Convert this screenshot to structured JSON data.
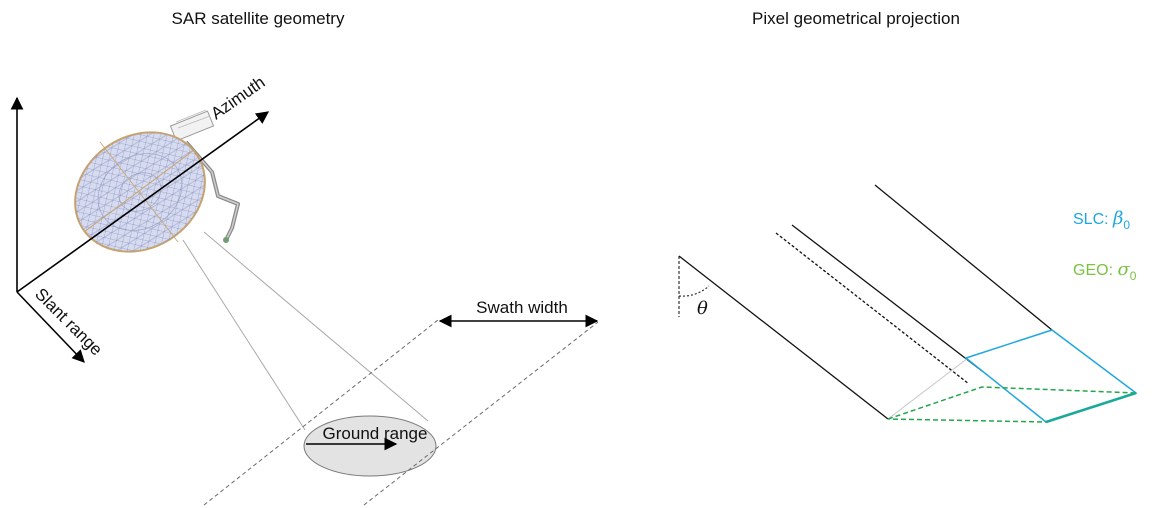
{
  "left_panel": {
    "title": "SAR satellite geometry",
    "azimuth_label": "Azimuth",
    "slant_range_label": "Slant range",
    "swath_width_label": "Swath width",
    "ground_range_label": "Ground range"
  },
  "right_panel": {
    "title": "Pixel geometrical projection",
    "theta_symbol": "θ",
    "slc_label": "SLC: ",
    "slc_symbol": "β",
    "slc_subscript": "0",
    "geo_label": "GEO: ",
    "geo_symbol": "σ",
    "geo_subscript": "0"
  },
  "colors": {
    "slc_blue": "#1ea7e1",
    "geo_green": "#7cc242",
    "geo_dashed": "#22a84a",
    "teal_edge": "#1aa99a",
    "ellipse_fill": "#e3e3e3",
    "antenna_mesh": "#c9d0ec",
    "boom": "#8a8a8a"
  }
}
